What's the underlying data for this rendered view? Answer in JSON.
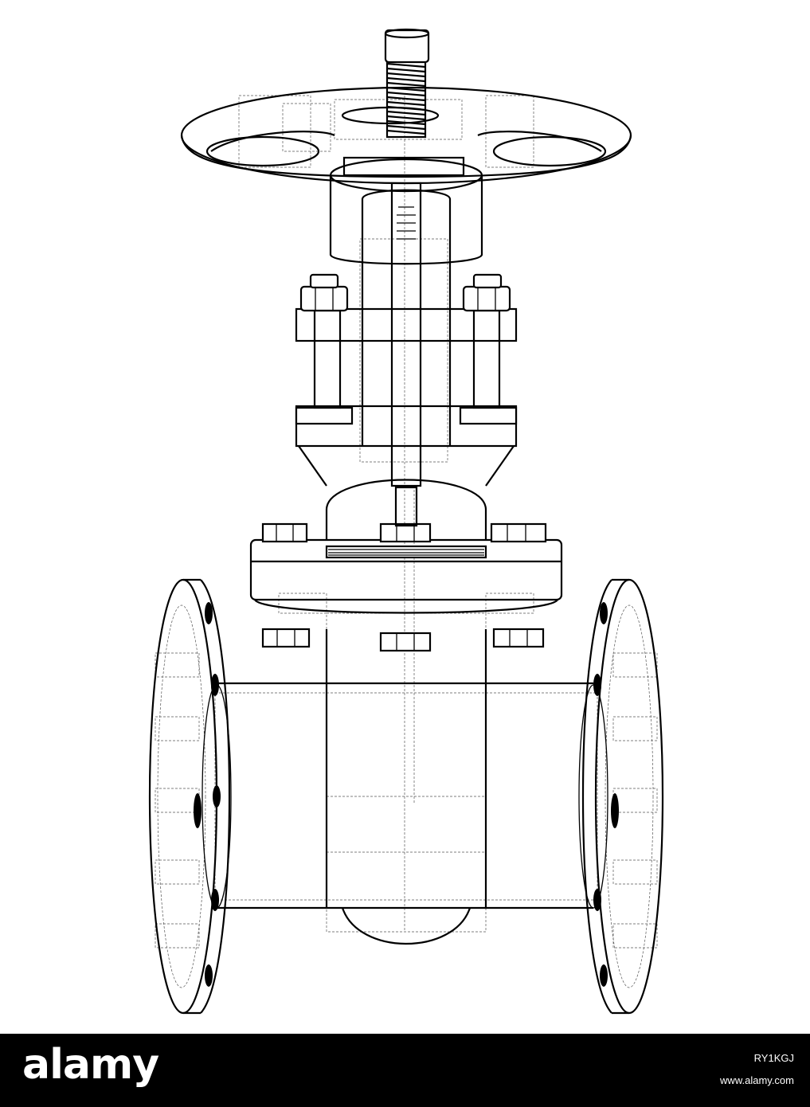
{
  "footer": {
    "brand": "alamy",
    "stock_id": "RY1KGJ",
    "website": "www.alamy.com"
  },
  "colors": {
    "background": "#ffffff",
    "line": "#000000",
    "footer_bg": "#000000",
    "footer_text": "#ffffff"
  }
}
